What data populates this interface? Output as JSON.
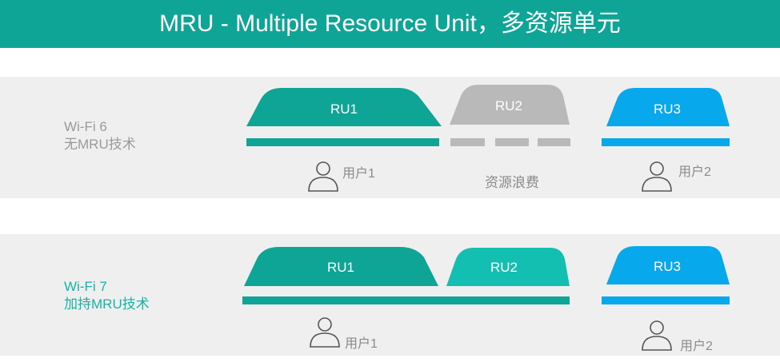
{
  "title": "MRU - Multiple Resource Unit，多资源单元",
  "rows": [
    {
      "label_line1": "Wi-Fi 6",
      "label_line2": "无MRU技术",
      "ru_labels": [
        "RU1",
        "RU2",
        "RU3"
      ],
      "users": [
        "用户1",
        "用户2"
      ],
      "waste_label": "资源浪费"
    },
    {
      "label_line1": "Wi-Fi 7",
      "label_line2": "加持MRU技术",
      "ru_labels": [
        "RU1",
        "RU2",
        "RU3"
      ],
      "users": [
        "用户1",
        "用户2"
      ]
    }
  ],
  "colors": {
    "teal_dark": "#0fa596",
    "teal_light": "#13bfb0",
    "blue": "#08a8ec",
    "gray_ru": "#b9b9b9",
    "gray_text": "#9a9a9a",
    "label_teal": "#17b3a4"
  }
}
